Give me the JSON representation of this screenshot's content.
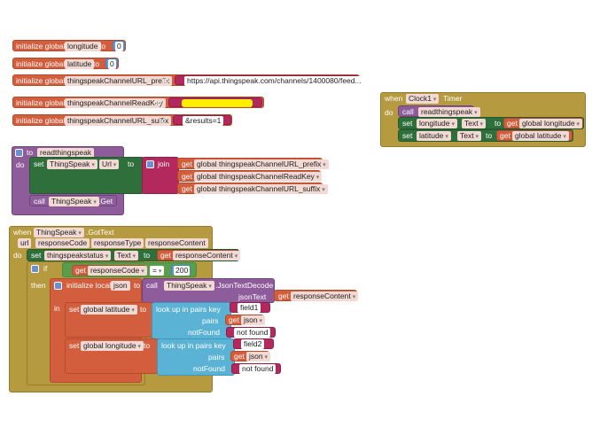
{
  "globals": {
    "initialize_global": "initialize global",
    "to": "to",
    "longitude": {
      "name": "longitude",
      "value": "0"
    },
    "latitude": {
      "name": "latitude",
      "value": "0"
    },
    "prefix": {
      "name": "thingspeakChannelURL_prefix",
      "value": "https://api.thingspeak.com/channels/1400080/feed..."
    },
    "readkey": {
      "name": "thingspeakChannelReadKey"
    },
    "suffix": {
      "name": "thingspeakChannelURL_suffix",
      "value": "&results=1"
    }
  },
  "clock": {
    "when": "when",
    "component": "Clock1",
    "event": "Timer",
    "do": "do",
    "call": "call",
    "proc": "readthingspeak",
    "set": "set",
    "lon_comp": "longitude",
    "lat_comp": "latitude",
    "prop": "Text",
    "to": "to",
    "get": "get",
    "get_lon": "global longitude",
    "get_lat": "global latitude"
  },
  "proc": {
    "to": "to",
    "name": "readthingspeak",
    "do": "do",
    "set": "set",
    "comp": "ThingSpeak",
    "prop": "Url",
    "to_kw": "to",
    "join": "join",
    "get": "get",
    "get1": "global thingspeakChannelURL_prefix",
    "get2": "global thingspeakChannelReadKey",
    "get3": "global thingspeakChannelURL_suffix",
    "call": "call",
    "method": ".Get"
  },
  "gottext": {
    "when": "when",
    "component": "ThingSpeak",
    "event": ".GotText",
    "params": [
      "url",
      "responseCode",
      "responseType",
      "responseContent"
    ],
    "do": "do",
    "set": "set",
    "status_comp": "thingspeakstatus",
    "prop": "Text",
    "to": "to",
    "get": "get",
    "responseContent": "responseContent",
    "if": "if",
    "then": "then",
    "responseCode": "responseCode",
    "eq": "=",
    "num200": "200",
    "init_local": "initialize local",
    "json": "json",
    "call": "call",
    "json_comp": "ThingSpeak",
    "json_method": ".JsonTextDecode",
    "jsonText": "jsonText",
    "in": "in",
    "global_latitude": "global latitude",
    "global_longitude": "global longitude",
    "lookup": "look up in pairs  key",
    "pairs": "pairs",
    "notFound": "notFound",
    "field1": "field1",
    "field2": "field2",
    "not_found": "not found"
  }
}
